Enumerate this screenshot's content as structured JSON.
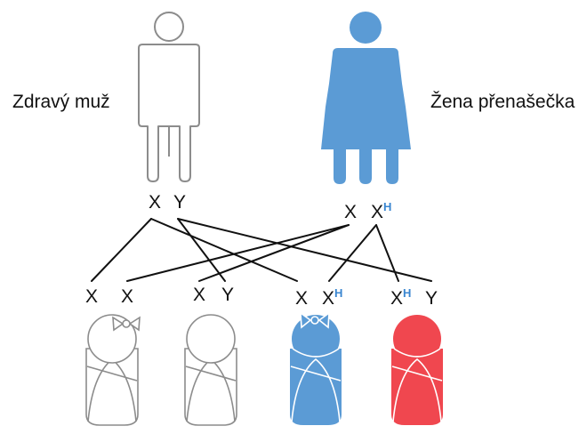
{
  "parents": {
    "father": {
      "label": "Zdravý muž",
      "chromosomes": [
        "X",
        "Y"
      ]
    },
    "mother": {
      "label": "Žena přenašečka",
      "chromosomes": [
        "X",
        "XH"
      ],
      "marker": "H"
    }
  },
  "children": [
    {
      "chromosomes": [
        "X",
        "X"
      ]
    },
    {
      "chromosomes": [
        "X",
        "Y"
      ]
    },
    {
      "chromosomes": [
        "X",
        "XH"
      ]
    },
    {
      "chromosomes": [
        "XH",
        "Y"
      ]
    }
  ],
  "colors": {
    "healthy_outline": "#8c8c8c",
    "carrier": "#5b9bd5",
    "affected": "#f0474f",
    "lines": "#111111",
    "marker_text": "#3a86d0"
  }
}
